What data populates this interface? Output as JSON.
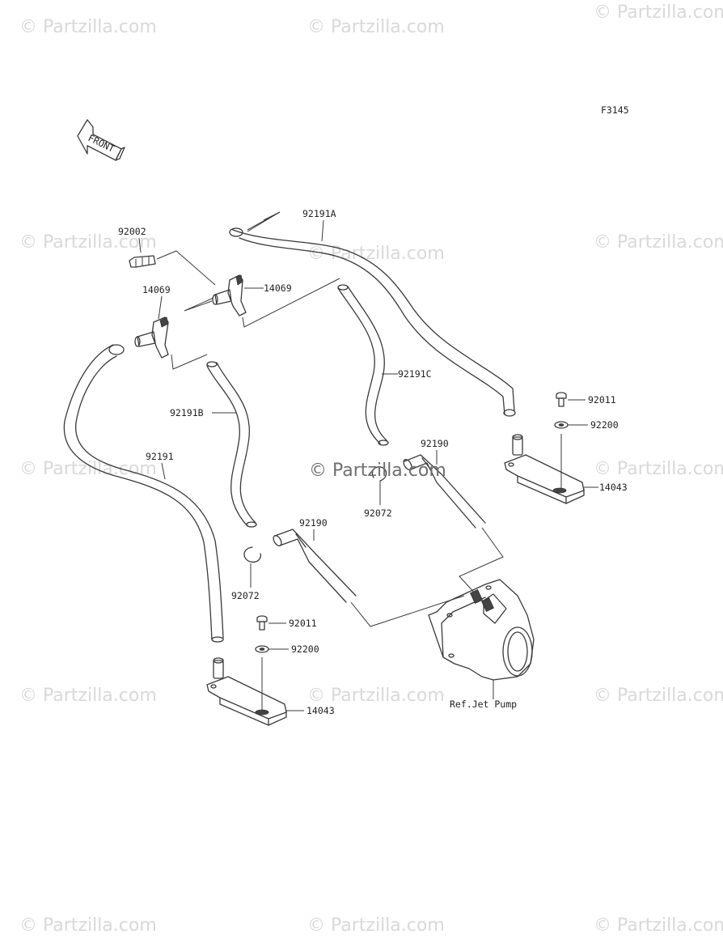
{
  "diagram": {
    "figure_code": "F3145",
    "front_label": "FRONT",
    "ref_label": "Ref.Jet Pump",
    "part_labels": {
      "hose_a": "92191A",
      "hose_b": "92191B",
      "hose_c": "92191C",
      "hose_main": "92191",
      "bolt_top": "92002",
      "fitting_left": "14069",
      "fitting_right": "14069",
      "bolt_right": "92011",
      "washer_right": "92200",
      "bracket_right": "14043",
      "tube_right": "92190",
      "tube_left": "92190",
      "clip_center": "92072",
      "clip_left": "92072",
      "bolt_bottom": "92011",
      "washer_bottom": "92200",
      "bracket_bottom": "14043"
    }
  },
  "watermark": {
    "text": "© Partzilla.com"
  }
}
